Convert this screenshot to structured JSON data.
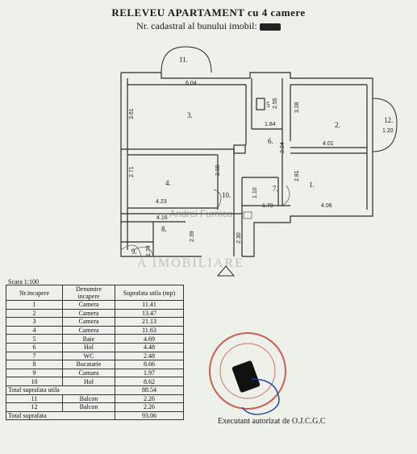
{
  "header": {
    "title": "RELEVEU  APARTAMENT cu 4 camere",
    "cadastral_label": "Nr. cadastral al bunului imobil:"
  },
  "plan": {
    "room_numbers": [
      "1.",
      "2.",
      "3.",
      "4.",
      "5",
      "6.",
      "7.",
      "8.",
      "9.",
      "10.",
      "11.",
      "12."
    ],
    "dimensions": [
      "6.04",
      "3.61",
      "2.55",
      "3.28",
      "1.84",
      "2.24",
      "4.01",
      "1.20",
      "2.71",
      "4.23",
      "2.90",
      "1.70",
      "2.81",
      "4.06",
      "4.16",
      "2.39",
      "2.30",
      "1.74",
      "1.10"
    ]
  },
  "watermark": {
    "line1": "Andrei Furnica",
    "line2": "A IMOBILIARE"
  },
  "table": {
    "scale": "Scara 1:100",
    "headers": [
      "Nr.incapere",
      "Denumire incapere",
      "Suprafata utila (mp)"
    ],
    "rows": [
      [
        "1",
        "Camera",
        "11.41"
      ],
      [
        "2",
        "Camera",
        "13.47"
      ],
      [
        "3",
        "Camera",
        "21.13"
      ],
      [
        "4",
        "Camera",
        "11.63"
      ],
      [
        "5",
        "Baie",
        "4.69"
      ],
      [
        "6",
        "Hol",
        "4.48"
      ],
      [
        "7",
        "WC",
        "2.48"
      ],
      [
        "8",
        "Bucatarie",
        "8.66"
      ],
      [
        "9",
        "Camara",
        "1.97"
      ],
      [
        "10",
        "Hol",
        "8.62"
      ]
    ],
    "total_utila": [
      "Total suprafata  utila",
      "88.54"
    ],
    "balcony_rows": [
      [
        "11",
        "Balcon",
        "2.26"
      ],
      [
        "12",
        "Balcon",
        "2.26"
      ]
    ],
    "total": [
      "Total suprafata",
      "93.06"
    ]
  },
  "footer": {
    "signer": "Executant autorizat de O.J.C.G.C"
  },
  "colors": {
    "ink": "#2a2a2a",
    "stamp": "#c0392b",
    "signature": "#2040a0"
  }
}
